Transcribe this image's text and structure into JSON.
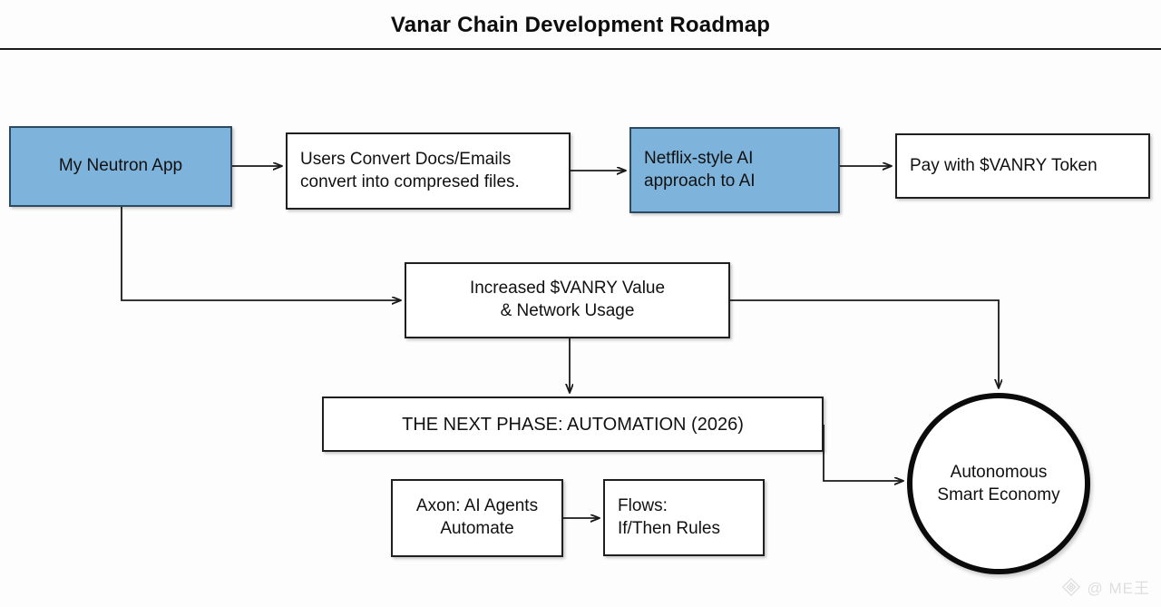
{
  "header": {
    "title": "Vanar Chain Development Roadmap"
  },
  "colors": {
    "accent_blue": "#7eb3dc",
    "blue_border": "#2d4a63",
    "stroke": "#1f1f1f",
    "background": "#fdfdfd",
    "text": "#111111"
  },
  "diagram": {
    "type": "flowchart",
    "nodes": [
      {
        "id": "neutron",
        "label": "My Neutron App",
        "shape": "rect",
        "fill": "blue",
        "align": "center"
      },
      {
        "id": "convert",
        "label": "Users Convert Docs/Emails\nconvert into compresed files.",
        "shape": "rect",
        "fill": "white",
        "align": "left"
      },
      {
        "id": "netflix",
        "label": "Netflix-style AI\napproach to AI",
        "shape": "rect",
        "fill": "blue",
        "align": "left"
      },
      {
        "id": "pay",
        "label": "Pay with $VANRY Token",
        "shape": "rect",
        "fill": "white",
        "align": "left"
      },
      {
        "id": "value",
        "label": "Increased $VANRY Value\n& Network Usage",
        "shape": "rect",
        "fill": "white",
        "align": "center"
      },
      {
        "id": "nextphase",
        "label": "THE NEXT PHASE: AUTOMATION (2026)",
        "shape": "rect",
        "fill": "white",
        "align": "center"
      },
      {
        "id": "axon",
        "label": "Axon: AI Agents\nAutomate",
        "shape": "rect",
        "fill": "white",
        "align": "center"
      },
      {
        "id": "flows",
        "label": "Flows:\nIf/Then Rules",
        "shape": "rect",
        "fill": "white",
        "align": "left"
      },
      {
        "id": "circle",
        "label": "Autonomous\nSmart Economy",
        "shape": "circle",
        "fill": "white",
        "align": "center"
      }
    ],
    "edges": [
      {
        "from": "neutron",
        "to": "convert",
        "style": "straight-right"
      },
      {
        "from": "convert",
        "to": "netflix",
        "style": "straight-right"
      },
      {
        "from": "netflix",
        "to": "pay",
        "style": "straight-right"
      },
      {
        "from": "neutron",
        "to": "value",
        "style": "down-then-right"
      },
      {
        "from": "value",
        "to": "nextphase",
        "style": "straight-down"
      },
      {
        "from": "value",
        "to": "circle",
        "style": "right-then-down"
      },
      {
        "from": "nextphase",
        "to": "circle",
        "style": "down-then-right"
      },
      {
        "from": "axon",
        "to": "flows",
        "style": "straight-right"
      }
    ]
  },
  "watermark": {
    "icon": "diamond-logo-icon",
    "text": "@ ME王"
  }
}
